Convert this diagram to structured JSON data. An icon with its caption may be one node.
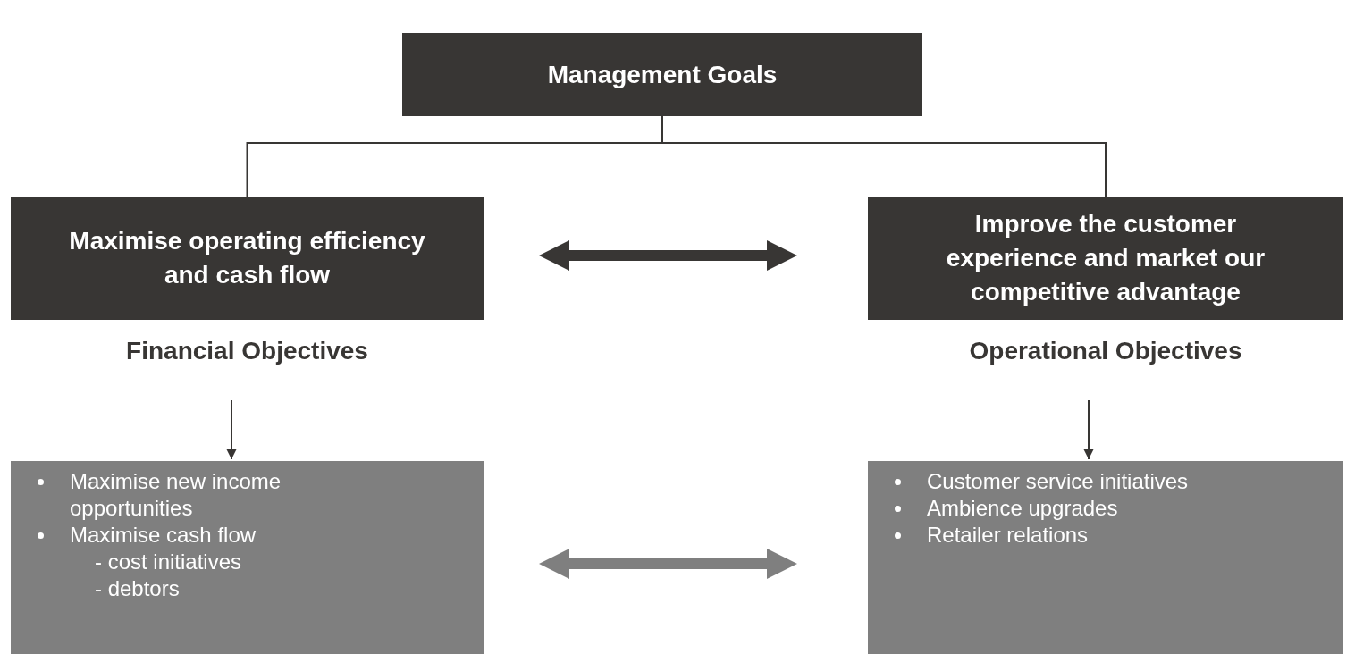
{
  "diagram": {
    "nodes": [
      {
        "text": [
          "Management Goals"
        ]
      },
      {
        "text": [
          "Maximise operating efficiency and cash flow",
          "Financial Objectives"
        ]
      },
      {
        "text": [
          "Improve the customer experience and market our competitive advantage",
          "Operational Objectives"
        ]
      },
      {
        "text": [
          "Maximise new income opportunities",
          "Maximise cash flow",
          "- cost initiatives",
          "- debtors"
        ]
      },
      {
        "text": [
          "Customer service initiatives",
          "Ambience upgrades",
          "Retailer relations"
        ]
      }
    ],
    "edges": [
      {
        "from": 0,
        "to": 1,
        "arrow": "none"
      },
      {
        "from": 0,
        "to": 2,
        "arrow": "none"
      },
      {
        "from": 1,
        "to": 2,
        "arrow": "both",
        "style": "thick"
      },
      {
        "from": 1,
        "to": 3,
        "arrow": "to"
      },
      {
        "from": 2,
        "to": 4,
        "arrow": "to"
      },
      {
        "from": 3,
        "to": 4,
        "arrow": "both",
        "style": "thick",
        "color": "#7f7f7f"
      }
    ]
  }
}
